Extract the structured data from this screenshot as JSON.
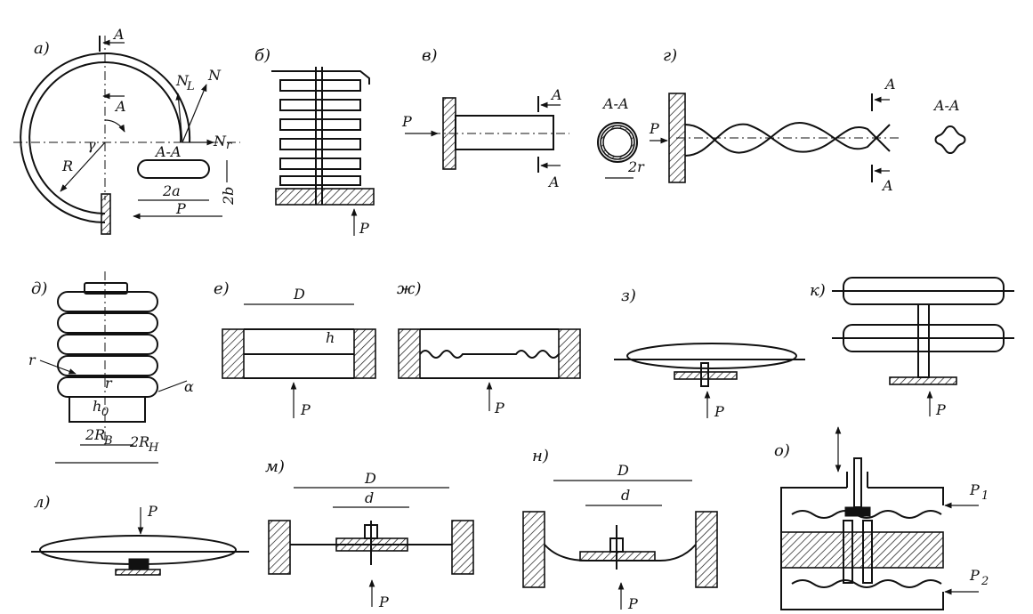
{
  "panels": {
    "a": {
      "letter": "а)",
      "labels": [
        "A",
        "A",
        "γ",
        "R",
        "N",
        "N",
        "L",
        "N",
        "r",
        "A-A",
        "2a",
        "2b",
        "P"
      ]
    },
    "b": {
      "letter": "б)",
      "force": "P"
    },
    "v": {
      "letter": "в)",
      "labels": [
        "A",
        "A",
        "A-A",
        "2r",
        "P"
      ]
    },
    "g": {
      "letter": "г)",
      "labels": [
        "A",
        "A",
        "A-A",
        "P"
      ]
    },
    "d": {
      "letter": "д)",
      "labels": [
        "r",
        "r",
        "α",
        "h",
        "0",
        "2R",
        "В",
        "2R",
        "Н"
      ]
    },
    "e": {
      "letter": "е)",
      "labels": [
        "D",
        "h",
        "P"
      ]
    },
    "zh": {
      "letter": "ж)",
      "force": "P"
    },
    "z": {
      "letter": "з)",
      "force": "P"
    },
    "k": {
      "letter": "к)",
      "force": "P"
    },
    "l": {
      "letter": "л)",
      "force": "P"
    },
    "m": {
      "letter": "м)",
      "labels": [
        "D",
        "d",
        "P"
      ]
    },
    "n": {
      "letter": "н)",
      "labels": [
        "D",
        "d",
        "P"
      ]
    },
    "o": {
      "letter": "о)",
      "labels": [
        "P",
        "1",
        "P",
        "2"
      ]
    }
  }
}
